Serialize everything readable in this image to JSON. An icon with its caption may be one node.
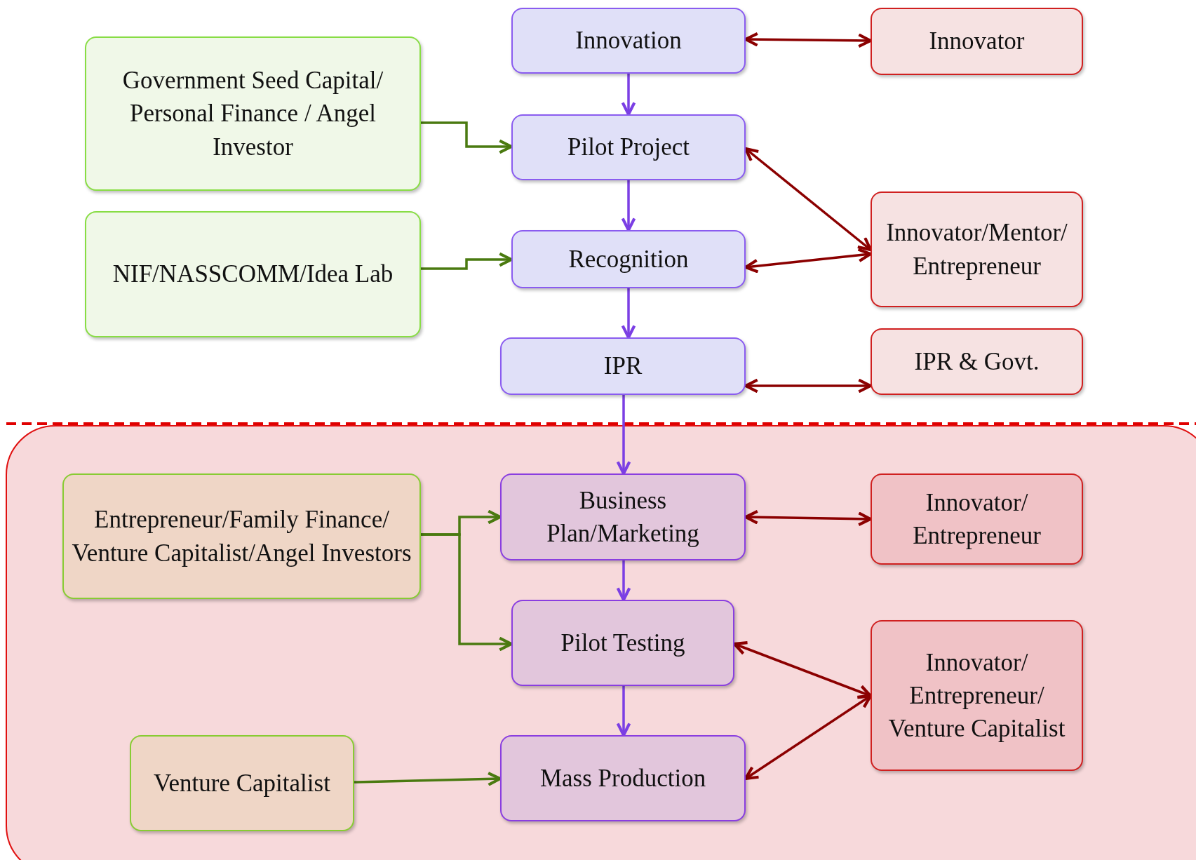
{
  "diagram": {
    "nodes": [
      {
        "text": [
          "Innovation"
        ]
      },
      {
        "text": [
          "Innovator"
        ]
      },
      {
        "text": [
          "Government Seed Capital/ Personal Finance / Angel Investor"
        ]
      },
      {
        "text": [
          "Pilot Project"
        ]
      },
      {
        "text": [
          "Innovator/Mentor/Entrepreneur"
        ]
      },
      {
        "text": [
          "NIF/NASSCOMM/Idea Lab"
        ]
      },
      {
        "text": [
          "Recognition"
        ]
      },
      {
        "text": [
          "IPR"
        ]
      },
      {
        "text": [
          "IPR & Govt."
        ]
      },
      {
        "text": [
          "Entrepreneur/Family Finance/ Venture Capitalist/Angel Investors"
        ]
      },
      {
        "text": [
          "Business Plan/Marketing"
        ]
      },
      {
        "text": [
          "Innovator/ Entrepreneur"
        ]
      },
      {
        "text": [
          "Pilot Testing"
        ]
      },
      {
        "text": [
          "Innovator/ Entrepreneur/ Venture Capitalist"
        ]
      },
      {
        "text": [
          "Venture Capitalist"
        ]
      },
      {
        "text": [
          "Mass Production"
        ]
      }
    ],
    "edges": [
      {
        "from": 0,
        "to": 3,
        "arrow": "to",
        "color": "#7b3fe4"
      },
      {
        "from": 3,
        "to": 6,
        "arrow": "to",
        "color": "#7b3fe4"
      },
      {
        "from": 6,
        "to": 7,
        "arrow": "to",
        "color": "#7b3fe4"
      },
      {
        "from": 7,
        "to": 10,
        "arrow": "to",
        "color": "#7b3fe4"
      },
      {
        "from": 10,
        "to": 12,
        "arrow": "to",
        "color": "#7b3fe4"
      },
      {
        "from": 12,
        "to": 15,
        "arrow": "to",
        "color": "#7b3fe4"
      },
      {
        "from": 0,
        "to": 1,
        "arrow": "both"
      },
      {
        "from": 3,
        "to": 4,
        "arrow": "both"
      },
      {
        "from": 4,
        "to": 6,
        "arrow": "both"
      },
      {
        "from": 7,
        "to": 8,
        "arrow": "both"
      },
      {
        "from": 10,
        "to": 11,
        "arrow": "both"
      },
      {
        "from": 12,
        "to": 13,
        "arrow": "both"
      },
      {
        "from": 15,
        "to": 13,
        "arrow": "both"
      },
      {
        "from": 2,
        "to": 3,
        "arrow": "to",
        "color": "#4a7a10"
      },
      {
        "from": 5,
        "to": 6,
        "arrow": "to",
        "color": "#4a7a10"
      },
      {
        "from": 9,
        "to": 10,
        "arrow": "to",
        "color": "#4a7a10"
      },
      {
        "from": 9,
        "to": 12,
        "arrow": "to",
        "color": "#4a7a10"
      },
      {
        "from": 14,
        "to": 15,
        "arrow": "to",
        "color": "#4a7a10"
      }
    ]
  }
}
